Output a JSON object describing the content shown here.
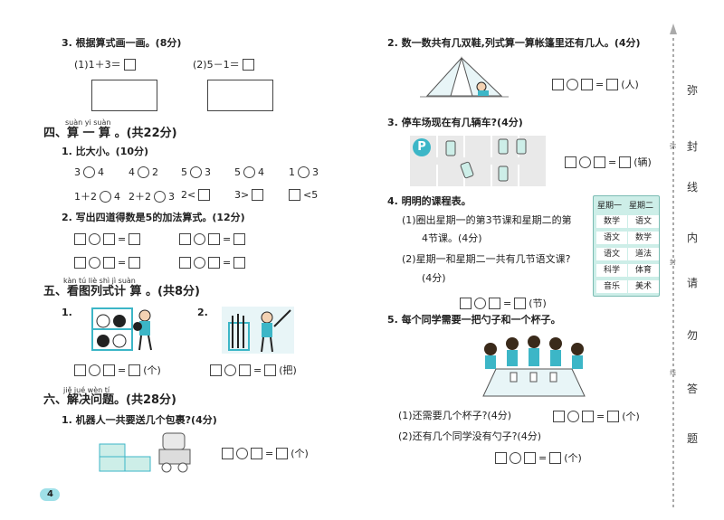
{
  "left": {
    "q3_title": "3. 根据算式画一画。(8分)",
    "q3_a": "(1)1＋3＝",
    "q3_b": "(2)5－1＝",
    "sec4_pinyin": "suàn yi suàn",
    "sec4_title": "四、算 一 算 。(共22分)",
    "sec4_q1": "1. 比大小。(10分)",
    "cmp_row1": [
      "3",
      "4",
      "4",
      "2",
      "5",
      "3",
      "5",
      "4",
      "1",
      "3"
    ],
    "cmp_row2": [
      "1＋2",
      "4",
      "2＋2",
      "3",
      "2<",
      "",
      "3>",
      "",
      "",
      "<5"
    ],
    "sec4_q2": "2. 写出四道得数是5的加法算式。(12分)",
    "sec5_pinyin": "kàn tú liè shì jì suàn",
    "sec5_title": "五、看图列式计 算 。(共8分)",
    "sec5_n1": "1.",
    "sec5_n2": "2.",
    "unit_ge": "(个)",
    "unit_ba": "(把)",
    "sec6_pinyin": "jiě jué wèn tí",
    "sec6_title": "六、解决问题。(共28分)",
    "sec6_q1": "1. 机器人一共要送几个包裹?(4分)",
    "unit_ge2": "(个)",
    "page_num": "4"
  },
  "right": {
    "q2_title": "2. 数一数共有几双鞋,列式算一算帐篷里还有几人。(4分)",
    "unit_ren": "(人)",
    "q3_title": "3. 停车场现在有几辆车?(4分)",
    "parking_p": "P",
    "unit_liang": "(辆)",
    "q4_title": "4. 明明的课程表。",
    "q4_1a": "(1)圈出星期一的第3节课和星期二的第",
    "q4_1b": "4节课。(4分)",
    "q4_2a": "(2)星期一和星期二一共有几节语文课?",
    "q4_2b": "(4分)",
    "unit_jie": "(节)",
    "table_head": [
      "星期一",
      "星期二"
    ],
    "table_rows": [
      [
        "数学",
        "语文"
      ],
      [
        "语文",
        "数学"
      ],
      [
        "语文",
        "道法"
      ],
      [
        "科学",
        "体育"
      ],
      [
        "音乐",
        "美术"
      ]
    ],
    "q5_title": "5. 每个同学需要一把勺子和一个杯子。",
    "q5_1": "(1)还需要几个杯子?(4分)",
    "q5_2": "(2)还有几个同学没有勺子?(4分)",
    "unit_ge3": "(个)",
    "unit_ge4": "(个)"
  },
  "seal": {
    "chars": [
      "弥",
      "封",
      "线",
      "内",
      "请",
      "勿",
      "答",
      "题"
    ],
    "small": [
      "弥",
      "封",
      "线"
    ]
  },
  "colors": {
    "accent": "#3cb6c7",
    "table_bg": "#cdeee8",
    "parking_bg": "#e9e9e9"
  }
}
